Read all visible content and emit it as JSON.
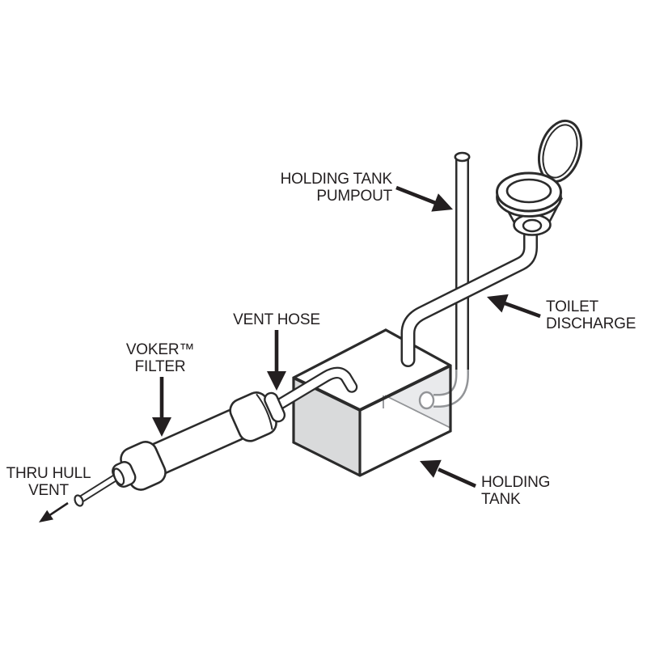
{
  "diagram": {
    "labels": {
      "holding_tank_pumpout": {
        "line1": "HOLDING TANK",
        "line2": "PUMPOUT"
      },
      "toilet_discharge": {
        "line1": "TOILET",
        "line2": "DISCHARGE"
      },
      "vent_hose": {
        "line1": "VENT HOSE"
      },
      "voker_filter": {
        "line1": "VOKER™",
        "line2": "FILTER"
      },
      "thru_hull_vent": {
        "line1": "THRU HULL",
        "line2": "VENT"
      },
      "holding_tank": {
        "line1": "HOLDING",
        "line2": "TANK"
      }
    },
    "colors": {
      "line": "#2b2b2b",
      "hidden_line": "#929497",
      "tank_side_fill": "#d9dadb",
      "tank_interior_fill": "#e9eaec",
      "text": "#231f20",
      "background": "#ffffff"
    }
  }
}
